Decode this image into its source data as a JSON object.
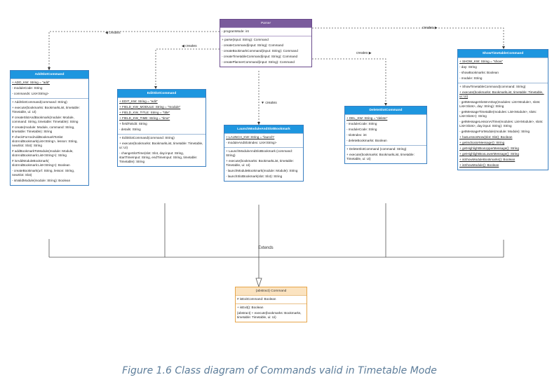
{
  "classes": {
    "parser": {
      "name": "Parser",
      "fields": [
        "- programMode: int"
      ],
      "methods": [
        "+ parse(input: String): Command",
        "- createCommand(input: String): Command",
        "- createBookmarkCommand(input: String): Command",
        "- createTimetableCommand(input: String): Command",
        "- createPlannerCommand(input: String): Command"
      ]
    },
    "add": {
      "name": "AddSlotCommand",
      "fields": [
        "+ ADD_KW: String = \"add\"",
        "- moduleCode: String",
        "- commands: List<String>"
      ],
      "methods": [
        "+ AddSlotCommand(command: String)",
        "+ execute(bookmarks: BookmarkList, timetable: Timetable, ui: Ui)",
        "# createSlotAndBookmark(module: Module, command: String, timetable: Timetable): String",
        "# create(module: Module, command: String, timetable: Timetable): String",
        "# checkForAndAddBookmarkToSlot slotAndBookmark(List<String>, lesson: String, newSlot: Slot): String",
        "# addBookmarkToModule(module: Module, slotAndBookmark:List<String>): String",
        "# isAddModuleBookmark( slotAndBookmark:List<String>): Boolean",
        "- createBookmark(url: String, lesson: String, newSlot: Slot)",
        "- isValidModule(module: String): Boolean"
      ]
    },
    "edit": {
      "name": "EditSlotCommand",
      "fields": [
        "+ EDIT_KW: String = \"edit\"",
        "+ FIELD_KW_MODULE: String = \"module\"",
        "+ FIELD_KW_TITLE: String = \"title\"",
        "+ FIELD_KW_TIME: String = \"time\"",
        "+ fieldToEdit: String",
        "- details: String"
      ],
      "methods": [
        "+ EditSlotCommand(command: String)",
        "+ execute(bookmarks: BookmarkList, timetable: Timetable, ui: Ui)",
        "- changeSlotTime(slot: Slot, day:input: String, startTimeInput: String, endTimeInput: String, timetable: Timetable): String"
      ]
    },
    "launch": {
      "name": "LaunchModuleAndSlotBookmark",
      "fields": [
        "+ LAUNCH_KW: String = \"launch\"",
        "- moduleAndSlotIndex: List<String>"
      ],
      "methods": [
        "+ LaunchModuleAndSlotBookmark (command: String)",
        "+ execute(bookmarks: BookmarkList, timetable: Timetable, ui: Ui)",
        "- launchModuleBookmark(module: Module): String",
        "- launchSlotBookmark(slot: Slot): String"
      ]
    },
    "delete": {
      "name": "DeleteSlotCommand",
      "fields": [
        "+ DEL_KW: String = \"delete\"",
        "- moduleCode: String",
        "- moduleCode: String",
        "- slotIndex: int",
        "- deleteBookmarks: Boolean"
      ],
      "methods": [
        "+ DeleteSlotCommand (command: String)",
        "+ execute(bookmarks: BookmarkList, timetable: Timetable, ui: Ui)"
      ]
    },
    "show": {
      "name": "ShowTimetableCommand",
      "fields": [
        "+ SHOW_KW: String = \"show\"",
        "- day: String",
        "- showBookmarks: Boolean",
        "- module: String"
      ],
      "methods": [
        "+ ShowTimetableCommand(command: String)",
        "+ execute(bookmarks: BookmarkList, timetable: Timetable, ui: Ui)",
        "- getMessageSlotsInADay(modules: List<Module>, slots: List<Slots>, day: String): String",
        "- getMessageTimetable(modules: List<Module>, slots: List<Slots>): String",
        "- getMessageLessonAtTime(modules: List<Module>, slots: List<Slots>, day:input: String): String",
        "- getMessageForModule(module: Module): String",
        "+ hasLessonNow(slot: Slot): Boolean",
        "+ getIndicatorMessage(): String",
        "+ getHighlightBoxUpperMessage(): String",
        "+ getHighlightBoxLowerMessage(): String",
        "+ isShowModuleBookmarks(): Boolean",
        "+ isShowModule(): Boolean"
      ]
    },
    "command": {
      "name": "{abstract} Command",
      "fields": [
        "# isExitCommand: Boolean"
      ],
      "methods": [
        "+ isExit(): Boolean",
        "{abstract} + execute(bookmarks: Bookmarks, timetable: Timetable, ui: Ui)"
      ]
    }
  },
  "relations": {
    "creates": "creates",
    "extends": "Extends"
  },
  "caption": "Figure 1.6 Class diagram of Commands valid in Timetable Mode",
  "colors": {
    "header_blue": "#1e96df",
    "parser_header": "#7a5b9c",
    "abstract_header": "#fbe3c0",
    "caption": "#5d7d9a"
  }
}
